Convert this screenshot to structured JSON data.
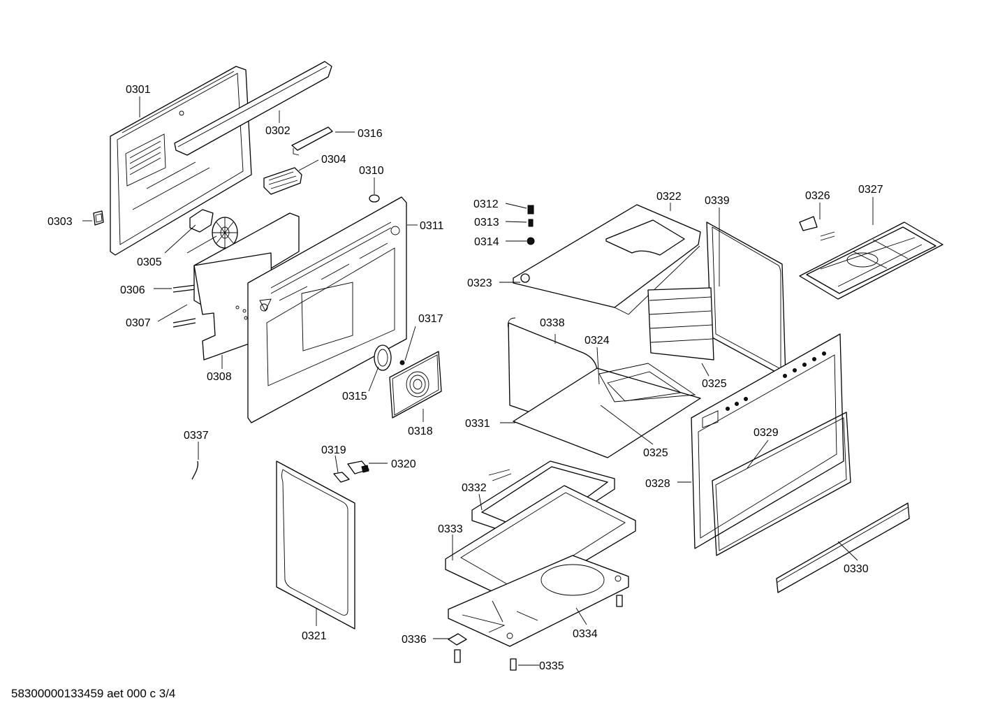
{
  "labels": {
    "p0301": "0301",
    "p0302": "0302",
    "p0303": "0303",
    "p0304": "0304",
    "p0305": "0305",
    "p0306": "0306",
    "p0307": "0307",
    "p0308": "0308",
    "p0310": "0310",
    "p0311": "0311",
    "p0312": "0312",
    "p0313": "0313",
    "p0314": "0314",
    "p0315": "0315",
    "p0316": "0316",
    "p0317": "0317",
    "p0318": "0318",
    "p0319": "0319",
    "p0320": "0320",
    "p0321": "0321",
    "p0322": "0322",
    "p0323": "0323",
    "p0324": "0324",
    "p0325a": "0325",
    "p0325b": "0325",
    "p0326": "0326",
    "p0327": "0327",
    "p0328": "0328",
    "p0329": "0329",
    "p0330": "0330",
    "p0331": "0331",
    "p0332": "0332",
    "p0333": "0333",
    "p0334": "0334",
    "p0335": "0335",
    "p0336": "0336",
    "p0337": "0337",
    "p0338": "0338",
    "p0339": "0339"
  },
  "footer": "58300000133459 aet 000 c 3/4"
}
